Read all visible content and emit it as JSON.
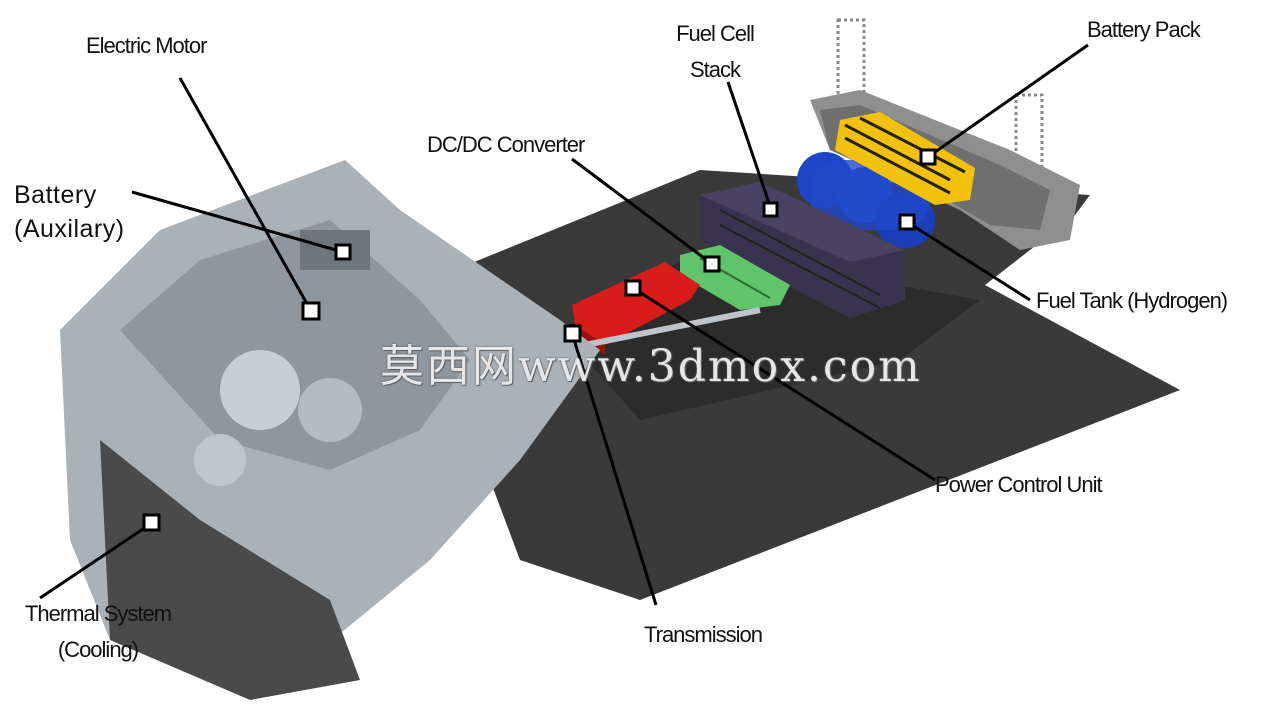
{
  "labels": {
    "electric_motor": "Electric Motor",
    "battery_aux_line1": "Battery",
    "battery_aux_line2": "(Auxilary)",
    "thermal_line1": "Thermal System",
    "thermal_line2": "(Cooling)",
    "dcdc_converter": "DC/DC Converter",
    "fuel_cell_line1": "Fuel Cell",
    "fuel_cell_line2": "Stack",
    "battery_pack": "Battery Pack",
    "fuel_tank": "Fuel Tank (Hydrogen)",
    "power_control_unit": "Power Control Unit",
    "transmission": "Transmission"
  },
  "watermark": "莫西网www.3dmox.com",
  "colors": {
    "power_control_unit": "#d81c1c",
    "dcdc_converter": "#5fc46a",
    "fuel_cell_stack": "#3a3350",
    "fuel_tank": "#1f45c8",
    "battery_pack": "#f2c20a",
    "chassis_floor": "#3b3b3b",
    "engine_bay": "#aab2b8"
  }
}
